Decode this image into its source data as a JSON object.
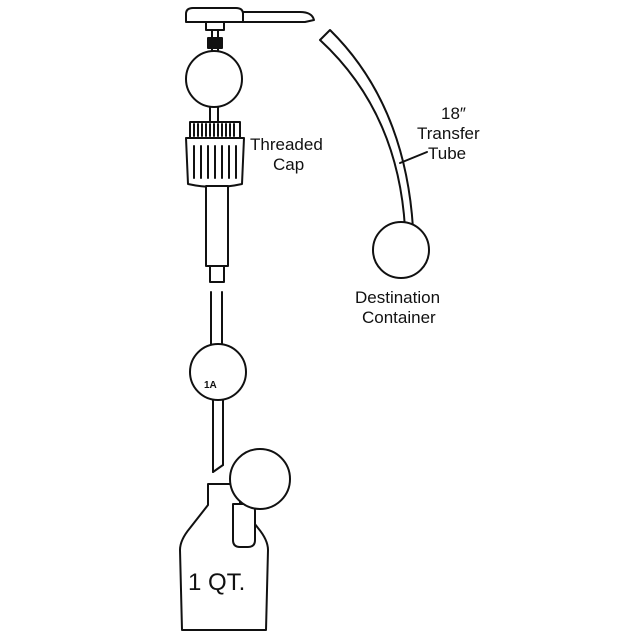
{
  "labels": {
    "threaded_cap_line1": "Threaded",
    "threaded_cap_line2": "Cap",
    "tube_length": "18″",
    "transfer_tube_line1": "Transfer",
    "transfer_tube_line2": "Tube",
    "destination_line1": "Destination",
    "destination_line2": "Container",
    "ball_marker": "1A",
    "bottle_size": "1 QT."
  },
  "colors": {
    "stroke": "#111111",
    "background": "#ffffff"
  }
}
